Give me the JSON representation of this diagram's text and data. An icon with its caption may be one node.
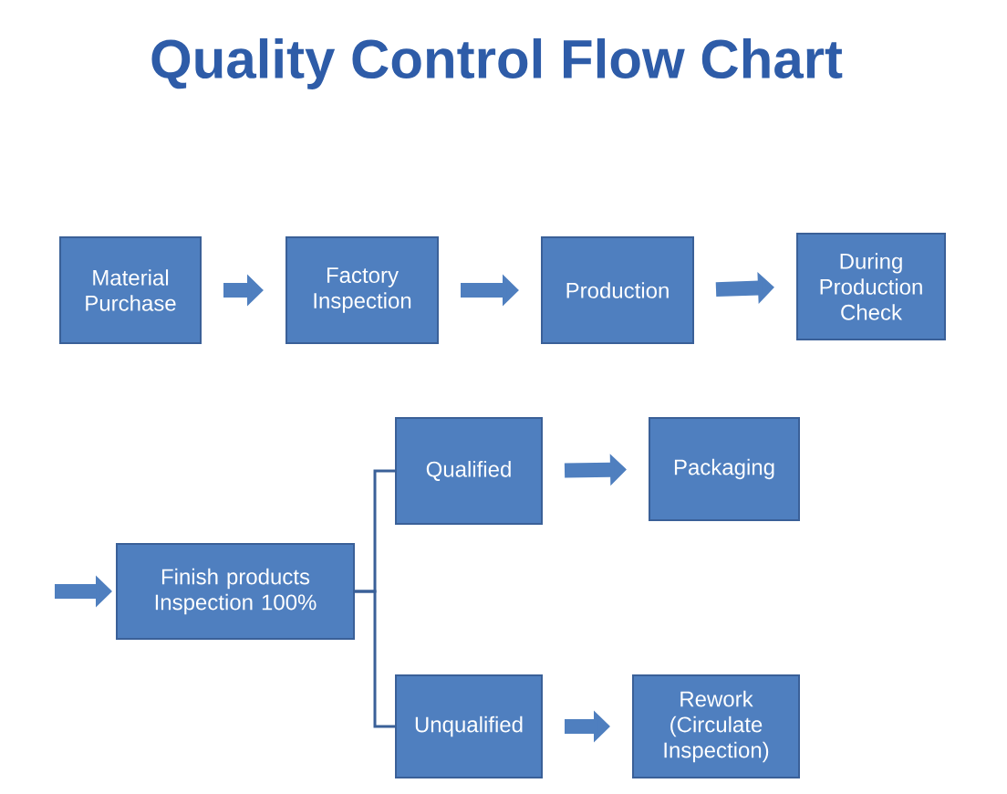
{
  "diagram": {
    "title": "Quality Control Flow Chart",
    "nodes": [
      {
        "text": [
          "Material Purchase"
        ]
      },
      {
        "text": [
          "Factory Inspection"
        ]
      },
      {
        "text": [
          "Production"
        ]
      },
      {
        "text": [
          "During Production Check"
        ]
      },
      {
        "text": [
          "Finish products Inspection 100%"
        ]
      },
      {
        "text": [
          "Qualified"
        ]
      },
      {
        "text": [
          "Packaging"
        ]
      },
      {
        "text": [
          "Unqualified"
        ]
      },
      {
        "text": [
          "Rework (Circulate Inspection)"
        ]
      }
    ],
    "edges": [
      {
        "from": 0,
        "to": 1,
        "arrow": "to"
      },
      {
        "from": 1,
        "to": 2,
        "arrow": "to"
      },
      {
        "from": 2,
        "to": 3,
        "arrow": "to"
      },
      {
        "from": null,
        "to": 4,
        "arrow": "to"
      },
      {
        "from": 4,
        "to": 5,
        "arrow": "none"
      },
      {
        "from": 4,
        "to": 7,
        "arrow": "none"
      },
      {
        "from": 5,
        "to": 6,
        "arrow": "to"
      },
      {
        "from": 7,
        "to": 8,
        "arrow": "to"
      }
    ]
  }
}
